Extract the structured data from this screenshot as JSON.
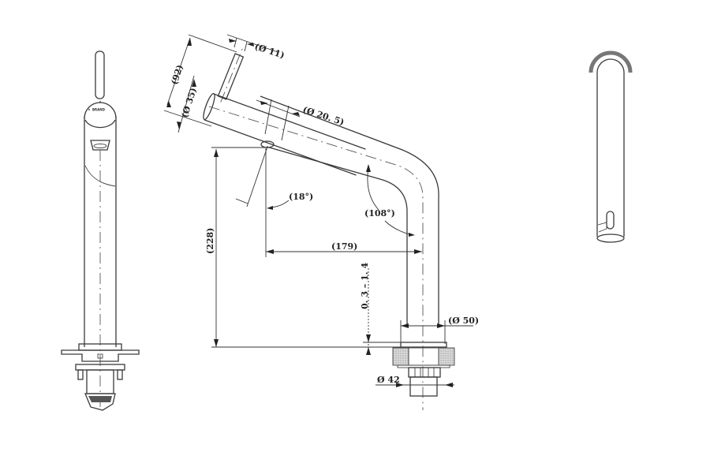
{
  "drawing": {
    "title": "Basin mixer tap technical drawing",
    "views": [
      "front-view",
      "side-section-view",
      "top-view"
    ],
    "front_view": {
      "brand_mark": "BRAND"
    },
    "dimensions": {
      "lever_diameter": "(Ø 11)",
      "lever_height": "(92)",
      "body_diameter": "(Ø 35)",
      "spout_diameter": "(Ø 20. 5)",
      "aerator_angle": "(18°)",
      "spout_bend_angle": "(108°)",
      "spout_reach": "(179)",
      "spout_height": "(228)",
      "deck_thickness": "0. 3 – 1. 4",
      "base_diameter": "(Ø 50)",
      "hole_diameter": "Ø 42"
    }
  }
}
